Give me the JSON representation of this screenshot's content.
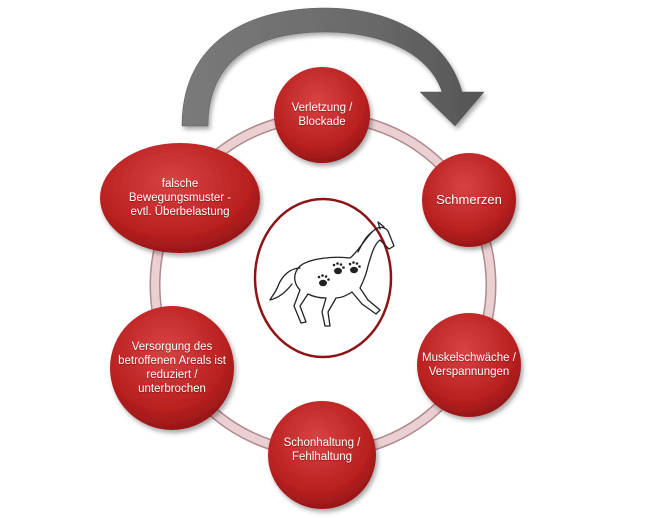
{
  "diagram": {
    "nodes": [
      {
        "id": "verletzung",
        "label": "Verletzung /\nBlockade"
      },
      {
        "id": "schmerzen",
        "label": "Schmerzen"
      },
      {
        "id": "muskelschwaeche",
        "label": "Muskelschwäche /\nVerspannungen"
      },
      {
        "id": "schonhaltung",
        "label": "Schonhaltung /\nFehlhaltung"
      },
      {
        "id": "versorgung",
        "label": "Versorgung des\nbetroffenen Areals ist\nreduziert /\nunterbrochen"
      },
      {
        "id": "bewegungsmuster",
        "label": "falsche\nBewegungsmuster -\nevtl. Überbelastung"
      }
    ],
    "center_image": "horse-with-paw-prints-icon",
    "cycle_arrow": "curved-clockwise-arrow-icon"
  },
  "colors": {
    "node_fill": "#c0282a",
    "node_dark": "#8c1416",
    "ring": "#e6c6c8",
    "arrow": "#6d6d6d"
  }
}
